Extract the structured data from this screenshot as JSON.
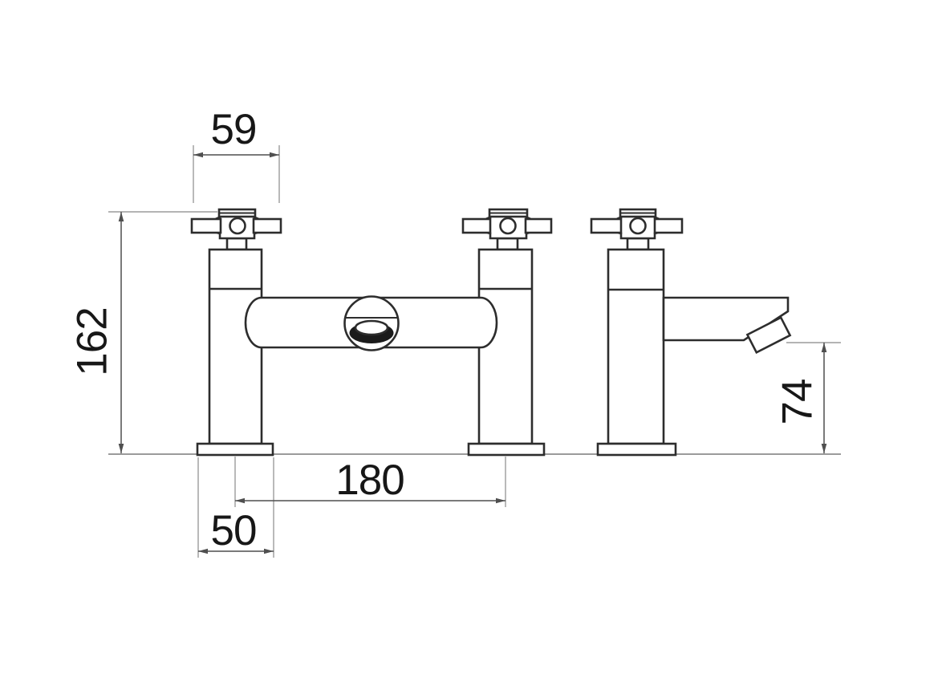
{
  "drawing": {
    "background_color": "#ffffff",
    "outline_color": "#2d2d2d",
    "fill_color": "#ffffff",
    "diverter_ink_color": "#1b1b1b",
    "dimension_line_color": "#4f4f4f",
    "extension_line_color": "#9b9b9b",
    "label_color": "#171717",
    "labels": {
      "handle_width": "59",
      "overall_height": "162",
      "pillar_centres": "180",
      "base_width": "50",
      "spout_height": "74"
    }
  }
}
